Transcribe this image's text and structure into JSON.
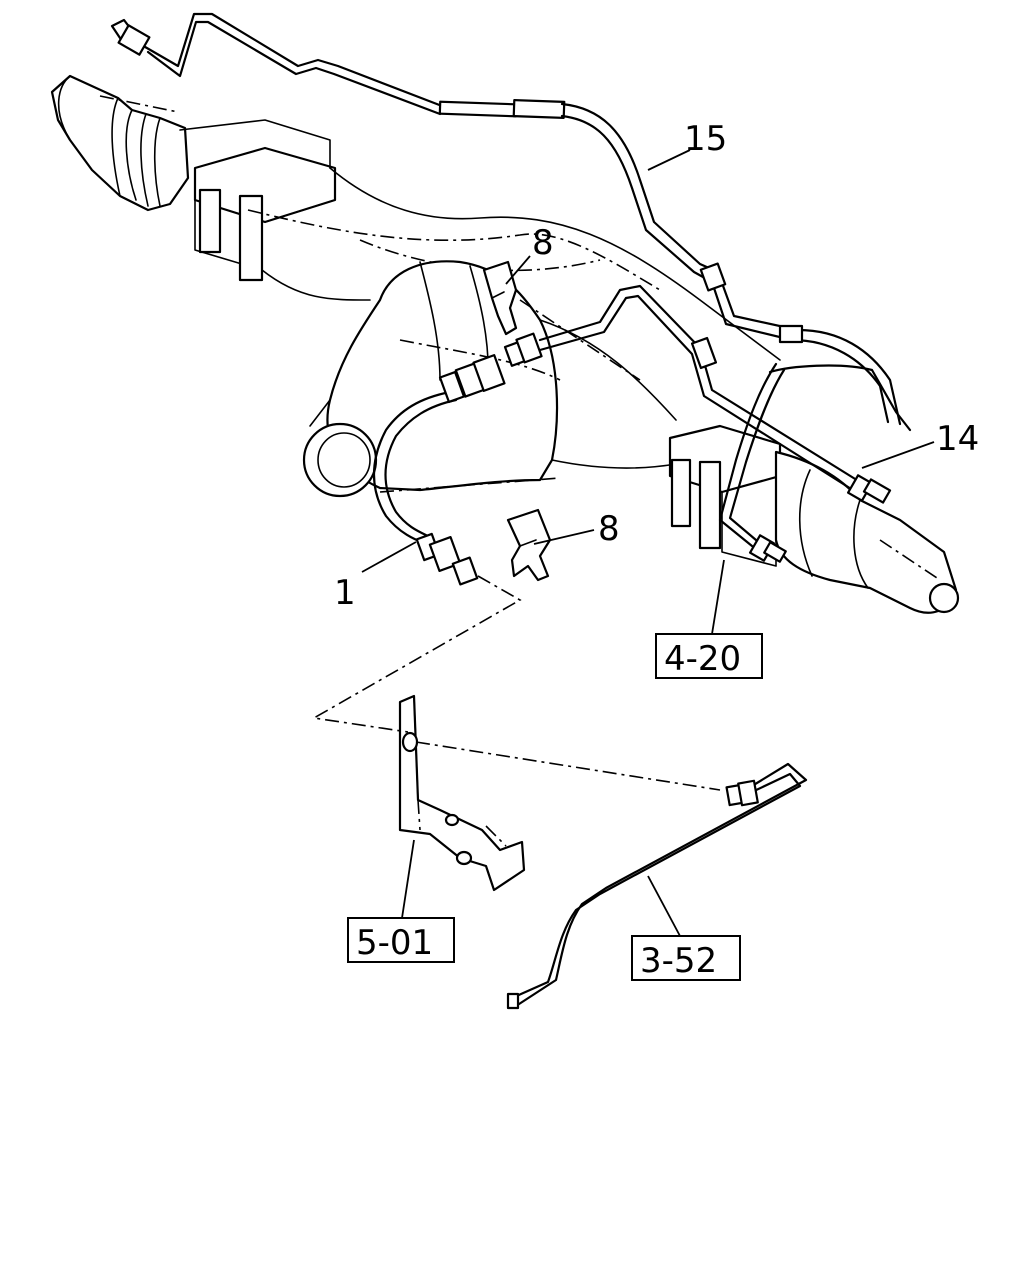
{
  "diagram": {
    "callouts": {
      "c15": "15",
      "c8a": "8",
      "c8b": "8",
      "c14": "14",
      "c1": "1"
    },
    "references": {
      "r420": "4-20",
      "r501": "5-01",
      "r352": "3-52"
    }
  }
}
